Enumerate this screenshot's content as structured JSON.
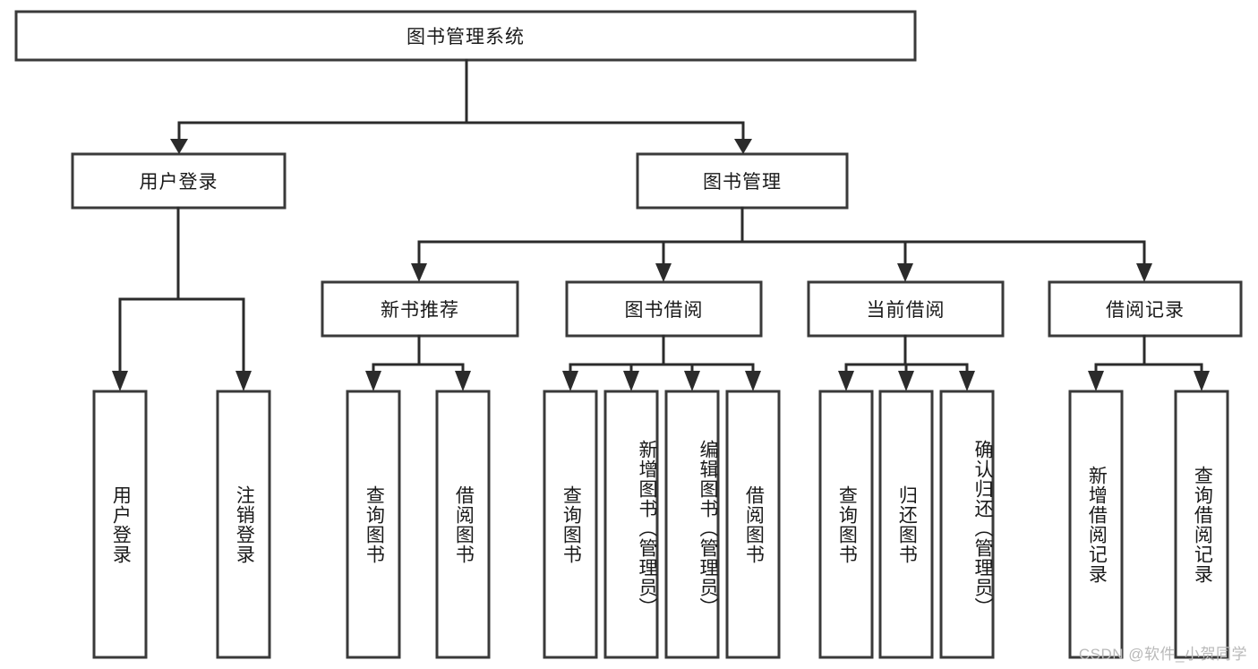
{
  "diagram": {
    "type": "tree-hierarchy",
    "title": "图书管理系统",
    "watermark": "CSDN @软件_小贺同学",
    "colors": {
      "box_fill": "#ffffff",
      "box_stroke": "#3a3a3a",
      "connector": "#2b2b2b",
      "text": "#1a1a1a",
      "watermark": "#b9b9b9",
      "background": "#ffffff"
    },
    "nodes": {
      "root": {
        "label": "图书管理系统",
        "orientation": "horizontal"
      },
      "level2": [
        {
          "id": "user-login",
          "label": "用户登录",
          "orientation": "horizontal"
        },
        {
          "id": "book-manage",
          "label": "图书管理",
          "orientation": "horizontal"
        }
      ],
      "level3": [
        {
          "id": "new-book-recommend",
          "label": "新书推荐",
          "orientation": "horizontal"
        },
        {
          "id": "book-borrow",
          "label": "图书借阅",
          "orientation": "horizontal"
        },
        {
          "id": "current-borrow",
          "label": "当前借阅",
          "orientation": "horizontal"
        },
        {
          "id": "borrow-record",
          "label": "借阅记录",
          "orientation": "horizontal"
        }
      ],
      "leaves": [
        {
          "id": "leaf-user-login",
          "label": "用户登录",
          "parent": "user-login",
          "orientation": "vertical"
        },
        {
          "id": "leaf-user-logout",
          "label": "注销登录",
          "parent": "user-login",
          "orientation": "vertical"
        },
        {
          "id": "leaf-query-book-1",
          "label": "查询图书",
          "parent": "new-book-recommend",
          "orientation": "vertical"
        },
        {
          "id": "leaf-borrow-book-1",
          "label": "借阅图书",
          "parent": "new-book-recommend",
          "orientation": "vertical"
        },
        {
          "id": "leaf-query-book-2",
          "label": "查询图书",
          "parent": "book-borrow",
          "orientation": "vertical"
        },
        {
          "id": "leaf-add-book",
          "label": "新增图书（管理员）",
          "parent": "book-borrow",
          "orientation": "vertical"
        },
        {
          "id": "leaf-edit-book",
          "label": "编辑图书（管理员）",
          "parent": "book-borrow",
          "orientation": "vertical"
        },
        {
          "id": "leaf-borrow-book-2",
          "label": "借阅图书",
          "parent": "book-borrow",
          "orientation": "vertical"
        },
        {
          "id": "leaf-query-book-3",
          "label": "查询图书",
          "parent": "current-borrow",
          "orientation": "vertical"
        },
        {
          "id": "leaf-return-book",
          "label": "归还图书",
          "parent": "current-borrow",
          "orientation": "vertical"
        },
        {
          "id": "leaf-confirm-return",
          "label": "确认归还（管理员）",
          "parent": "current-borrow",
          "orientation": "vertical"
        },
        {
          "id": "leaf-add-record",
          "label": "新增借阅记录",
          "parent": "borrow-record",
          "orientation": "vertical"
        },
        {
          "id": "leaf-query-record",
          "label": "查询借阅记录",
          "parent": "borrow-record",
          "orientation": "vertical"
        }
      ]
    }
  }
}
